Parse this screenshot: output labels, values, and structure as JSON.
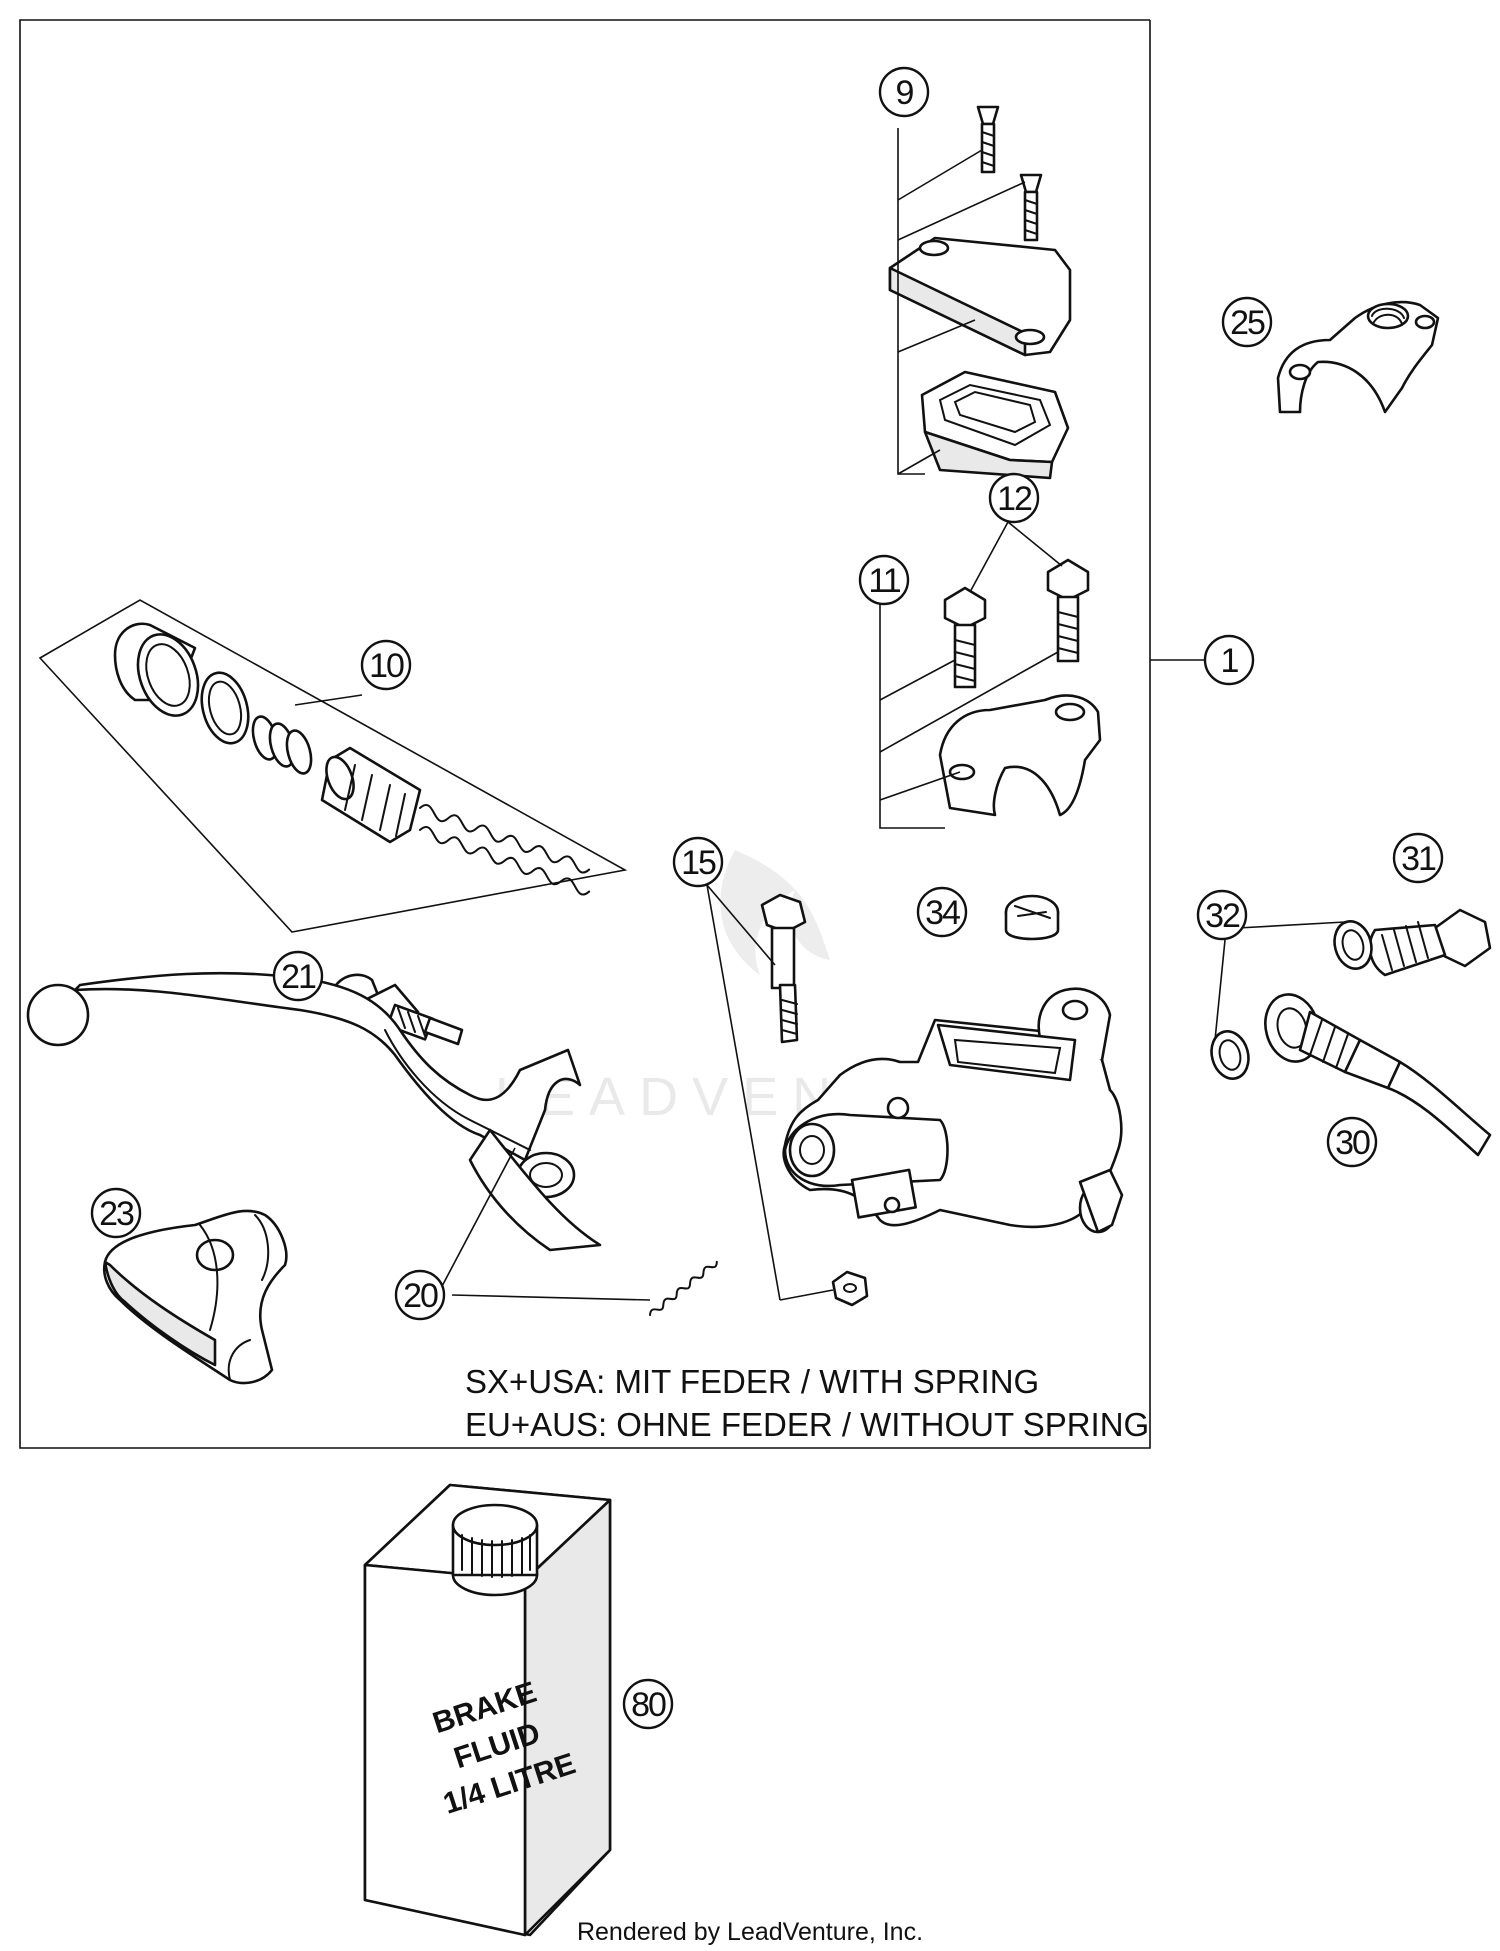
{
  "callouts": [
    {
      "id": "9",
      "label": "9"
    },
    {
      "id": "25",
      "label": "25"
    },
    {
      "id": "12",
      "label": "12"
    },
    {
      "id": "11",
      "label": "11"
    },
    {
      "id": "10",
      "label": "10"
    },
    {
      "id": "1",
      "label": "1"
    },
    {
      "id": "15",
      "label": "15"
    },
    {
      "id": "34",
      "label": "34"
    },
    {
      "id": "31",
      "label": "31"
    },
    {
      "id": "32",
      "label": "32"
    },
    {
      "id": "21",
      "label": "21"
    },
    {
      "id": "30",
      "label": "30"
    },
    {
      "id": "23",
      "label": "23"
    },
    {
      "id": "20",
      "label": "20"
    },
    {
      "id": "80",
      "label": "80"
    }
  ],
  "notes": {
    "line1": "SX+USA:  MIT FEDER / WITH SPRING",
    "line2": "EU+AUS:  OHNE FEDER / WITHOUT SPRING"
  },
  "can_label": {
    "line1": "BRAKE",
    "line2": "FLUID",
    "line3": "1/4 LITRE"
  },
  "watermark": "LEADVENTURE",
  "footer": "Rendered by LeadVenture, Inc."
}
